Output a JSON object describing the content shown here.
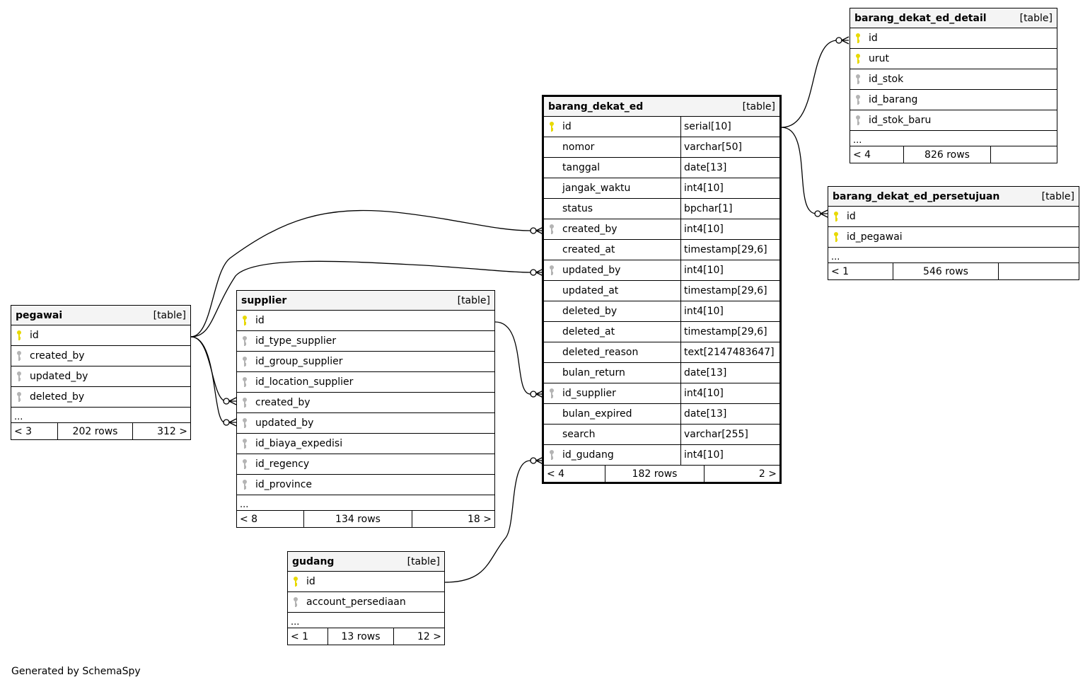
{
  "colors": {
    "primary_key": "#e8d900",
    "foreign_key": "#b4b4b4",
    "header_bg": "#f4f4f4",
    "line": "#000000"
  },
  "tables": {
    "barang_dekat_ed": {
      "name": "barang_dekat_ed",
      "type": "[table]",
      "columns": [
        {
          "name": "id",
          "type": "serial[10]",
          "key": "primary"
        },
        {
          "name": "nomor",
          "type": "varchar[50]",
          "key": "none"
        },
        {
          "name": "tanggal",
          "type": "date[13]",
          "key": "none"
        },
        {
          "name": "jangak_waktu",
          "type": "int4[10]",
          "key": "none"
        },
        {
          "name": "status",
          "type": "bpchar[1]",
          "key": "none"
        },
        {
          "name": "created_by",
          "type": "int4[10]",
          "key": "foreign"
        },
        {
          "name": "created_at",
          "type": "timestamp[29,6]",
          "key": "none"
        },
        {
          "name": "updated_by",
          "type": "int4[10]",
          "key": "foreign"
        },
        {
          "name": "updated_at",
          "type": "timestamp[29,6]",
          "key": "none"
        },
        {
          "name": "deleted_by",
          "type": "int4[10]",
          "key": "none"
        },
        {
          "name": "deleted_at",
          "type": "timestamp[29,6]",
          "key": "none"
        },
        {
          "name": "deleted_reason",
          "type": "text[2147483647]",
          "key": "none"
        },
        {
          "name": "bulan_return",
          "type": "date[13]",
          "key": "none"
        },
        {
          "name": "id_supplier",
          "type": "int4[10]",
          "key": "foreign"
        },
        {
          "name": "bulan_expired",
          "type": "date[13]",
          "key": "none"
        },
        {
          "name": "search",
          "type": "varchar[255]",
          "key": "none"
        },
        {
          "name": "id_gudang",
          "type": "int4[10]",
          "key": "foreign"
        }
      ],
      "ellipsis": "",
      "footer": {
        "left": "< 4",
        "middle": "182 rows",
        "right": "2 >"
      }
    },
    "barang_dekat_ed_detail": {
      "name": "barang_dekat_ed_detail",
      "type": "[table]",
      "columns": [
        {
          "name": "id",
          "key": "primary"
        },
        {
          "name": "urut",
          "key": "primary"
        },
        {
          "name": "id_stok",
          "key": "foreign"
        },
        {
          "name": "id_barang",
          "key": "foreign"
        },
        {
          "name": "id_stok_baru",
          "key": "foreign"
        }
      ],
      "ellipsis": "...",
      "footer": {
        "left": "< 4",
        "middle": "826 rows",
        "right": ""
      }
    },
    "barang_dekat_ed_persetujuan": {
      "name": "barang_dekat_ed_persetujuan",
      "type": "[table]",
      "columns": [
        {
          "name": "id",
          "key": "primary"
        },
        {
          "name": "id_pegawai",
          "key": "primary"
        }
      ],
      "ellipsis": "...",
      "footer": {
        "left": "< 1",
        "middle": "546 rows",
        "right": ""
      }
    },
    "pegawai": {
      "name": "pegawai",
      "type": "[table]",
      "columns": [
        {
          "name": "id",
          "key": "primary"
        },
        {
          "name": "created_by",
          "key": "foreign"
        },
        {
          "name": "updated_by",
          "key": "foreign"
        },
        {
          "name": "deleted_by",
          "key": "foreign"
        }
      ],
      "ellipsis": "...",
      "footer": {
        "left": "< 3",
        "middle": "202 rows",
        "right": "312 >"
      }
    },
    "supplier": {
      "name": "supplier",
      "type": "[table]",
      "columns": [
        {
          "name": "id",
          "key": "primary"
        },
        {
          "name": "id_type_supplier",
          "key": "foreign"
        },
        {
          "name": "id_group_supplier",
          "key": "foreign"
        },
        {
          "name": "id_location_supplier",
          "key": "foreign"
        },
        {
          "name": "created_by",
          "key": "foreign"
        },
        {
          "name": "updated_by",
          "key": "foreign"
        },
        {
          "name": "id_biaya_expedisi",
          "key": "foreign"
        },
        {
          "name": "id_regency",
          "key": "foreign"
        },
        {
          "name": "id_province",
          "key": "foreign"
        }
      ],
      "ellipsis": "...",
      "footer": {
        "left": "< 8",
        "middle": "134 rows",
        "right": "18 >"
      }
    },
    "gudang": {
      "name": "gudang",
      "type": "[table]",
      "columns": [
        {
          "name": "id",
          "key": "primary"
        },
        {
          "name": "account_persediaan",
          "key": "foreign"
        }
      ],
      "ellipsis": "...",
      "footer": {
        "left": "< 1",
        "middle": "13 rows",
        "right": "12 >"
      }
    }
  },
  "relationships": [
    {
      "from": "pegawai.id",
      "to": "barang_dekat_ed.created_by"
    },
    {
      "from": "pegawai.id",
      "to": "barang_dekat_ed.updated_by"
    },
    {
      "from": "pegawai.id",
      "to": "supplier.created_by"
    },
    {
      "from": "pegawai.id",
      "to": "supplier.updated_by"
    },
    {
      "from": "supplier.id",
      "to": "barang_dekat_ed.id_supplier"
    },
    {
      "from": "gudang.id",
      "to": "barang_dekat_ed.id_gudang"
    },
    {
      "from": "barang_dekat_ed.id",
      "to": "barang_dekat_ed_detail.id"
    },
    {
      "from": "barang_dekat_ed.id",
      "to": "barang_dekat_ed_persetujuan.id"
    }
  ],
  "credit": "Generated by SchemaSpy"
}
